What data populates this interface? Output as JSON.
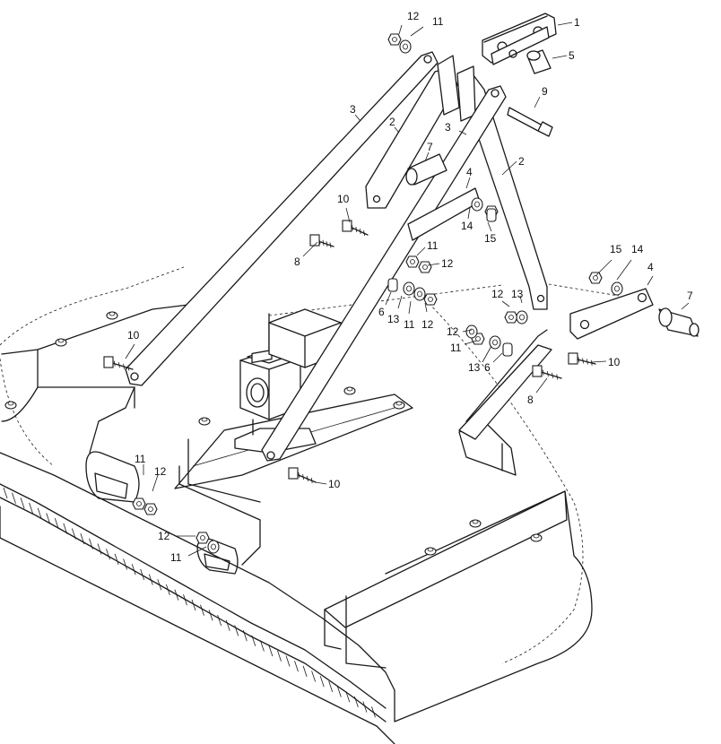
{
  "callouts": [
    {
      "id": "c1",
      "text": "1"
    },
    {
      "id": "c5",
      "text": "5"
    },
    {
      "id": "c12a",
      "text": "12"
    },
    {
      "id": "c11a",
      "text": "11"
    },
    {
      "id": "c9",
      "text": "9"
    },
    {
      "id": "c3a",
      "text": "3"
    },
    {
      "id": "c2a",
      "text": "2"
    },
    {
      "id": "c3b",
      "text": "3"
    },
    {
      "id": "c7a",
      "text": "7"
    },
    {
      "id": "c2b",
      "text": "2"
    },
    {
      "id": "c4a",
      "text": "4"
    },
    {
      "id": "c14a",
      "text": "14"
    },
    {
      "id": "c15a",
      "text": "15"
    },
    {
      "id": "c10a",
      "text": "10"
    },
    {
      "id": "c8a",
      "text": "8"
    },
    {
      "id": "c11b",
      "text": "11"
    },
    {
      "id": "c12b",
      "text": "12"
    },
    {
      "id": "c6a",
      "text": "6"
    },
    {
      "id": "c13a",
      "text": "13"
    },
    {
      "id": "c11c",
      "text": "11"
    },
    {
      "id": "c12c",
      "text": "12"
    },
    {
      "id": "c15b",
      "text": "15"
    },
    {
      "id": "c14b",
      "text": "14"
    },
    {
      "id": "c4b",
      "text": "4"
    },
    {
      "id": "c7b",
      "text": "7"
    },
    {
      "id": "c12d",
      "text": "12"
    },
    {
      "id": "c13b",
      "text": "13"
    },
    {
      "id": "c12e",
      "text": "12"
    },
    {
      "id": "c11d",
      "text": "11"
    },
    {
      "id": "c13c",
      "text": "13"
    },
    {
      "id": "c6b",
      "text": "6"
    },
    {
      "id": "c10b",
      "text": "10"
    },
    {
      "id": "c10c",
      "text": "10"
    },
    {
      "id": "c8b",
      "text": "8"
    },
    {
      "id": "c11e",
      "text": "11"
    },
    {
      "id": "c12f",
      "text": "12"
    },
    {
      "id": "c10d",
      "text": "10"
    },
    {
      "id": "c12g",
      "text": "12"
    },
    {
      "id": "c11f",
      "text": "11"
    }
  ]
}
